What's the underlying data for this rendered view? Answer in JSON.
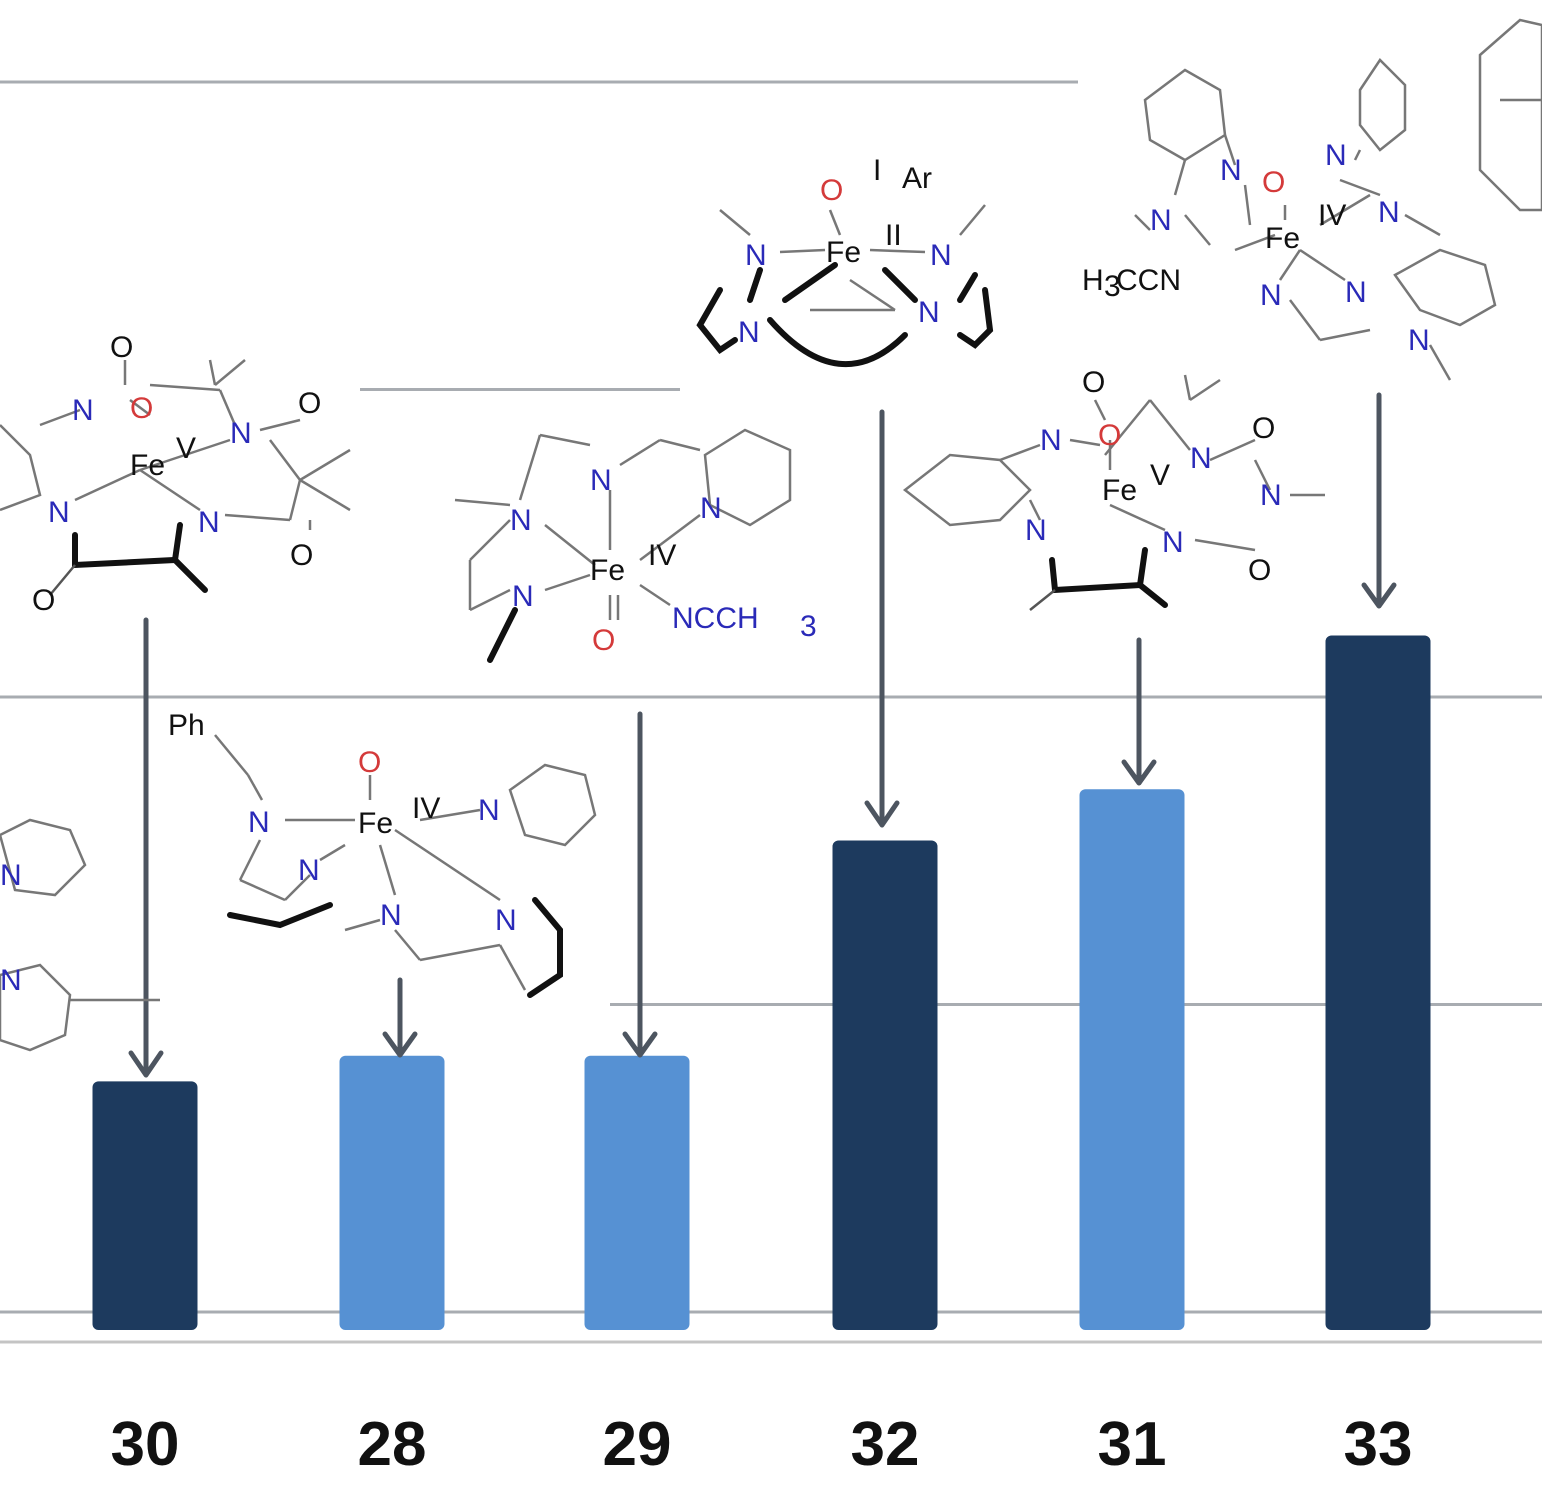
{
  "chart_data": {
    "type": "bar",
    "categories": [
      "30",
      "28",
      "29",
      "32",
      "31",
      "33"
    ],
    "values": [
      2.25,
      2.5,
      2.5,
      4.6,
      5.1,
      6.6
    ],
    "colors": [
      "#1d3a5e",
      "#5691d3",
      "#5691d3",
      "#1d3a5e",
      "#5691d3",
      "#1d3a5e"
    ],
    "ylim": [
      0,
      7
    ],
    "grid": true,
    "gridlines": [
      0,
      3,
      6,
      9,
      12
    ],
    "title": "",
    "xlabel": "",
    "ylabel": ""
  },
  "structures": [
    {
      "compound": "30",
      "labels": [
        "O",
        "O",
        "N",
        "N",
        "O",
        "Fe",
        "V",
        "N",
        "N",
        "O",
        "O"
      ]
    },
    {
      "compound": "28",
      "labels": [
        "Ph",
        "O",
        "N",
        "Fe",
        "IV",
        "N",
        "N",
        "N",
        "N"
      ]
    },
    {
      "compound": "29",
      "labels": [
        "N",
        "N",
        "N",
        "Fe",
        "IV",
        "N",
        "O",
        "NCCH",
        "3"
      ]
    },
    {
      "compound": "32",
      "labels": [
        "O",
        "I",
        "Ar",
        "N",
        "Fe",
        "II",
        "N",
        "N",
        "N"
      ]
    },
    {
      "compound": "31",
      "labels": [
        "O",
        "N",
        "O",
        "N",
        "O",
        "Fe",
        "V",
        "N",
        "N",
        "N",
        "O"
      ]
    },
    {
      "compound": "33",
      "labels": [
        "N",
        "O",
        "N",
        "N",
        "Fe",
        "IV",
        "N",
        "H",
        "3",
        "CCN",
        "N",
        "N",
        "N"
      ]
    }
  ]
}
